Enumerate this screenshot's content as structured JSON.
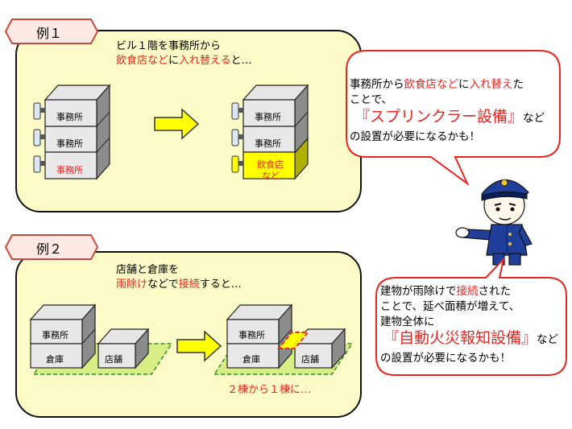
{
  "example1": {
    "tab_label": "例１",
    "caption_line1": "ビル１階を事務所から",
    "caption_line2": {
      "part1": "飲食店など",
      "part2": "に",
      "part3": "入れ替える",
      "part4": "と…"
    },
    "before": {
      "floors": [
        "事務所",
        "事務所",
        "事務所"
      ]
    },
    "after": {
      "floors": [
        "事務所",
        "事務所"
      ],
      "ground_line1": "飲食店",
      "ground_line2": "など"
    }
  },
  "bubble1": {
    "line1": {
      "part1": "事務所から",
      "part2": "飲食店など",
      "part3": "に",
      "part4": "入れ替え",
      "part5": "た"
    },
    "line2": "ことで、",
    "line3": {
      "emph": "『スプリンクラー設備』",
      "rest": "など"
    },
    "line4": "の設置が必要になるかも！"
  },
  "example2": {
    "tab_label": "例２",
    "caption_line1": "店舗と倉庫を",
    "caption_line2": {
      "part1": "雨除け",
      "part2": "などで",
      "part3": "接続",
      "part4": "すると…"
    },
    "before": {
      "upper": "事務所",
      "lower": "倉庫",
      "shop": "店舗"
    },
    "after": {
      "upper": "事務所",
      "lower": "倉庫",
      "shop": "店舗"
    },
    "result_note": "２棟から１棟に…"
  },
  "bubble2": {
    "line1": {
      "part1": "建物が雨除けで",
      "part2": "接続",
      "part3": "された"
    },
    "line2": "ことで、延べ面積が増えて、",
    "line3": "建物全体に",
    "line4": {
      "emph": "『自動火災報知設備』",
      "rest": "など"
    },
    "line5": "の設置が必要になるかも！"
  },
  "colors": {
    "panel_fill": "#fcfbc7",
    "tab_fill": "#fde9e3",
    "tab_border": "#c84a3c",
    "accent_red": "#e8251f",
    "highlight_yellow": "#ffff00",
    "ground_green": "#d8ee84"
  }
}
